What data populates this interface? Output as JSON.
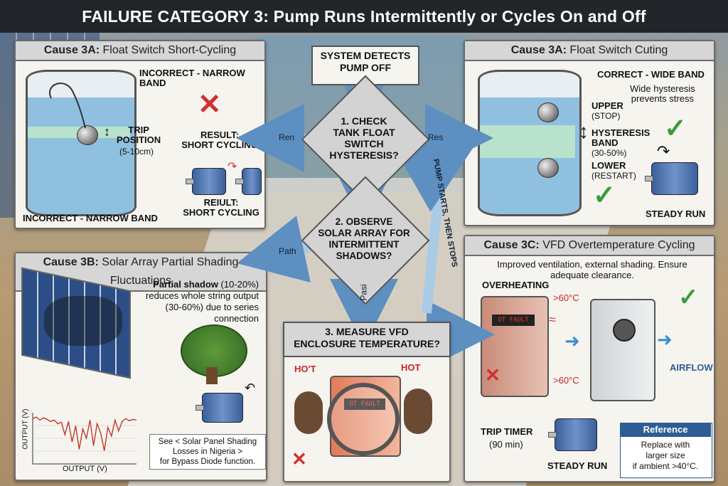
{
  "title": "FAILURE CATEGORY 3: Pump Runs Intermittently or Cycles On and Off",
  "panel_3a_left": {
    "title_bold": "Cause 3A:",
    "title_rest": "Float Switch Short-Cycling",
    "top_label": "INCORRECT - NARROW BAND",
    "trip_label": "TRIP\nPOSITION",
    "trip_range": "(5-10cm)",
    "result_label": "RESULT:\nSHORT CYCLING",
    "result_label_2": "REIULT:\nSHORT CYCLING",
    "bottom_label": "INCORRECT - NARROW BAND"
  },
  "panel_3a_right": {
    "title_bold": "Cause 3A:",
    "title_rest": "Float Switch Cuting",
    "heading": "CORRECT - WIDE BAND",
    "note": "Wide hysteresis\nprevents stress",
    "upper": "UPPER",
    "upper_sub": "(STOP)",
    "hyst": "HYSTERESIS\nBAND",
    "hyst_sub": "(30-50%)",
    "lower": "LOWER",
    "lower_sub": "(RESTART)",
    "steady": "STEADY RUN"
  },
  "panel_3b": {
    "title_bold": "Cause 3B:",
    "title_rest": "Solar Array Partial Shading Fluctuations",
    "desc_bold": "Partial shadow",
    "desc_rest": "(10-20%)\nreduces whole string output\n(30-60%) due to series connection",
    "y_axis": "OUTPUT (V)",
    "x_axis": "OUTPUT (V)",
    "see_note": "See < Solar Panel Shading\nLosses in Nigeria >\nfor Bypass Diode function."
  },
  "panel_3c": {
    "title_bold": "Cause 3C:",
    "title_rest": "VFD Overtemperature Cycling",
    "note": "Improved ventilation, external shading. Ensure\nadequate clearance.",
    "overheating": "OVERHEATING",
    "temp1": ">60°C",
    "temp2": ">60°C",
    "fault_display": "OT FAULT",
    "airflow": "AIRFLOW",
    "trip_timer": "TRIP TIMER",
    "trip_minutes": "(90 min)",
    "steady": "STEADY RUN",
    "ref_head": "Reference",
    "ref_text": "Replace with\nlarger size\nif ambient >40°C."
  },
  "flow": {
    "start": "SYSTEM DETECTS\nPUMP OFF",
    "step1": "1. CHECK\nTANK FLOAT\nSWITCH\nHYSTERESIS?",
    "step2": "2. OBSERVE\nSOLAR ARRAY FOR\nINTERMITTENT\nSHADOWS?",
    "step3": "3. MEASURE VFD\nENCLOSURE TEMPERATURE?",
    "arrow_left1": "Ren",
    "arrow_right1": "Res",
    "arrow_left2": "Path",
    "arrow_down2": "Pasi",
    "loop_label": "PUMP STARTS, THEN STOPS",
    "hot_left": "HO'T",
    "hot_right": "HOT",
    "fault_display": "OT FAULT"
  },
  "colors": {
    "accent_blue": "#2d5d95",
    "check_green": "#3a9b3a",
    "cross_red": "#d32f2f",
    "arrow_blue": "#a9cbe6"
  },
  "chart_data": {
    "type": "line",
    "title": "",
    "xlabel": "OUTPUT (V)",
    "ylabel": "OUTPUT (V)",
    "x": [
      0,
      1,
      2,
      3,
      4,
      5,
      6,
      7,
      8,
      9,
      10,
      11,
      12,
      13,
      14,
      15,
      16,
      17,
      18,
      19,
      20,
      21,
      22,
      23,
      24,
      25,
      26,
      27,
      28,
      29
    ],
    "series": [
      {
        "values": [
          62,
          64,
          60,
          63,
          61,
          58,
          60,
          55,
          57,
          40,
          58,
          30,
          52,
          20,
          48,
          35,
          60,
          25,
          55,
          42,
          18,
          50,
          38,
          60,
          45,
          58,
          62,
          59,
          61,
          60
        ]
      }
    ]
  }
}
